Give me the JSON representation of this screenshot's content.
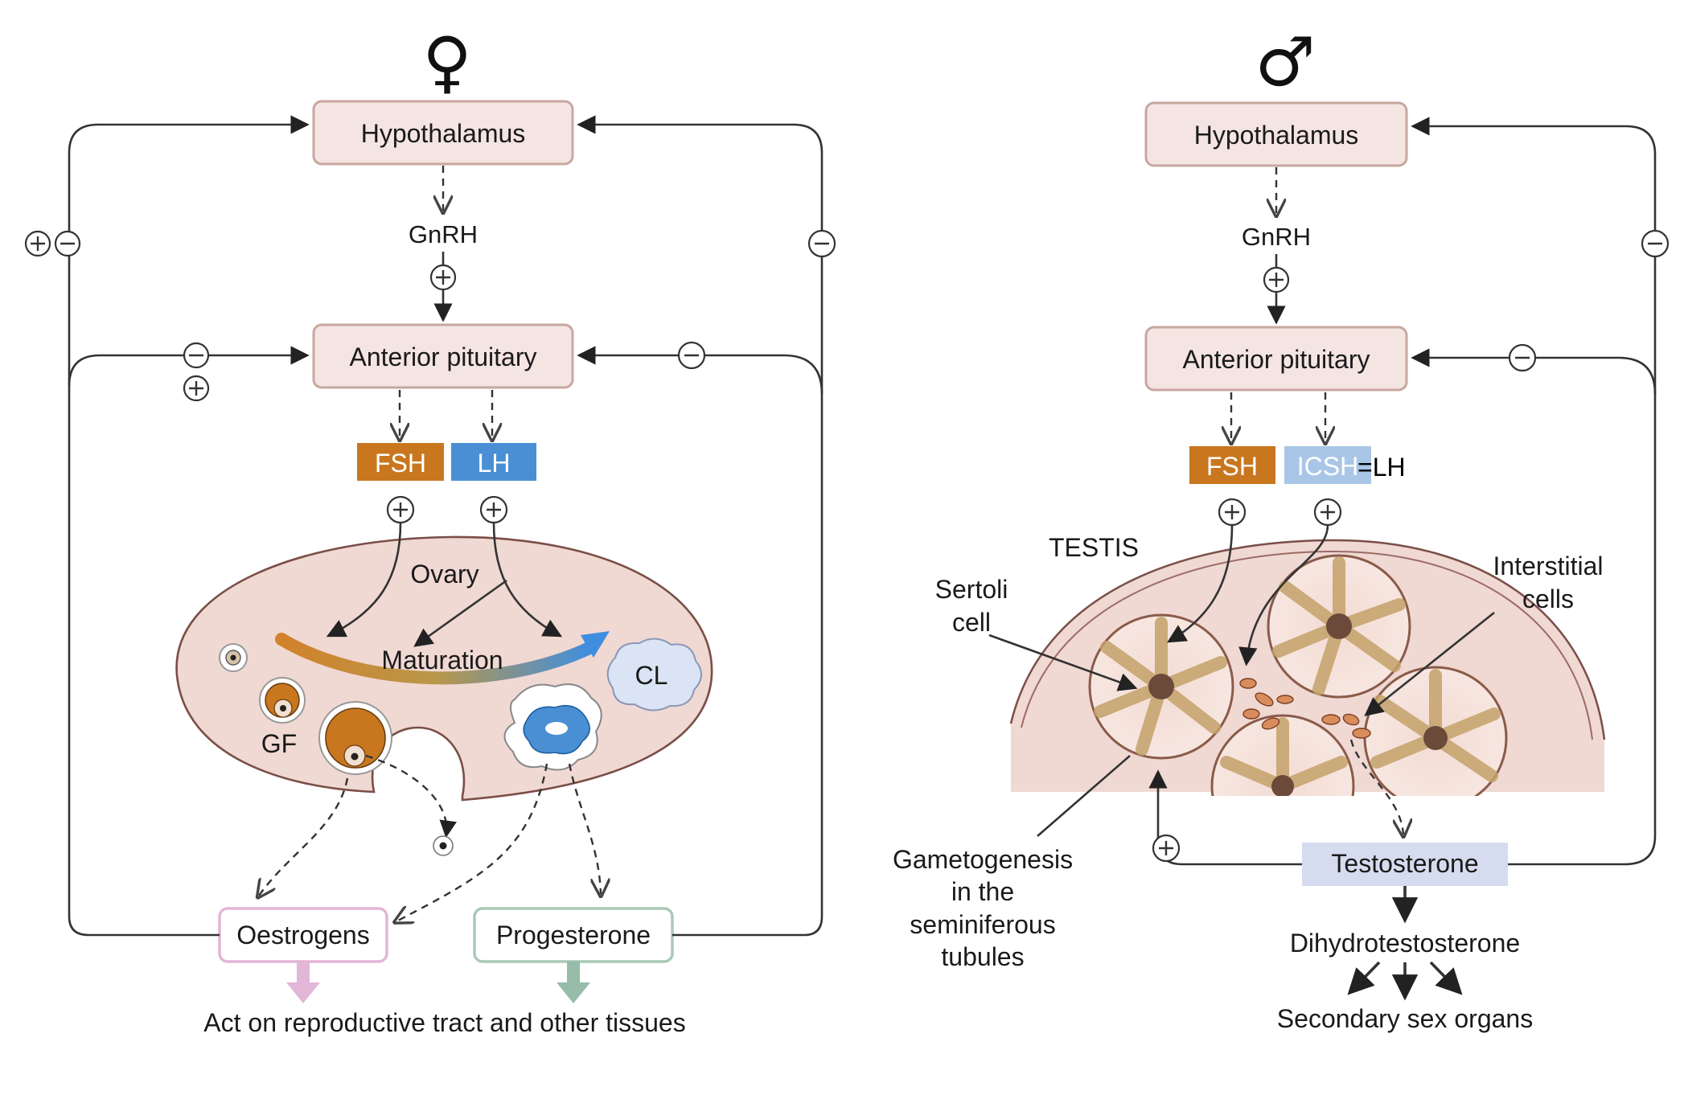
{
  "female": {
    "symbol": "♀",
    "hypothalamus": "Hypothalamus",
    "gnrh": "GnRH",
    "anterior_pituitary": "Anterior pituitary",
    "fsh": "FSH",
    "lh": "LH",
    "ovary": "Ovary",
    "maturation": "Maturation",
    "gf": "GF",
    "cl": "CL",
    "oestrogens": "Oestrogens",
    "progesterone": "Progesterone",
    "act_on": "Act on reproductive tract and other tissues"
  },
  "male": {
    "symbol": "♂",
    "hypothalamus": "Hypothalamus",
    "gnrh": "GnRH",
    "anterior_pituitary": "Anterior pituitary",
    "fsh": "FSH",
    "icsh": "ICSH",
    "icsh_eq": "=LH",
    "testis": "TESTIS",
    "sertoli_1": "Sertoli",
    "sertoli_2": "cell",
    "interstitial_1": "Interstitial",
    "interstitial_2": "cells",
    "gameto_1": "Gametogenesis",
    "gameto_2": "in the",
    "gameto_3": "seminiferous",
    "gameto_4": "tubules",
    "testosterone": "Testosterone",
    "dht": "Dihydrotestosterone",
    "secondary": "Secondary sex organs"
  },
  "colors": {
    "fsh": "#c8771f",
    "lh": "#4a8fd4",
    "icsh": "#a9c6e6",
    "box_fill": "#f4e4e2",
    "ovary_fill": "#f0d8d3",
    "testosterone_fill": "#d6dcef",
    "oestrogen_border": "#e4b4d8",
    "progesterone_border": "#a9c9b6"
  }
}
